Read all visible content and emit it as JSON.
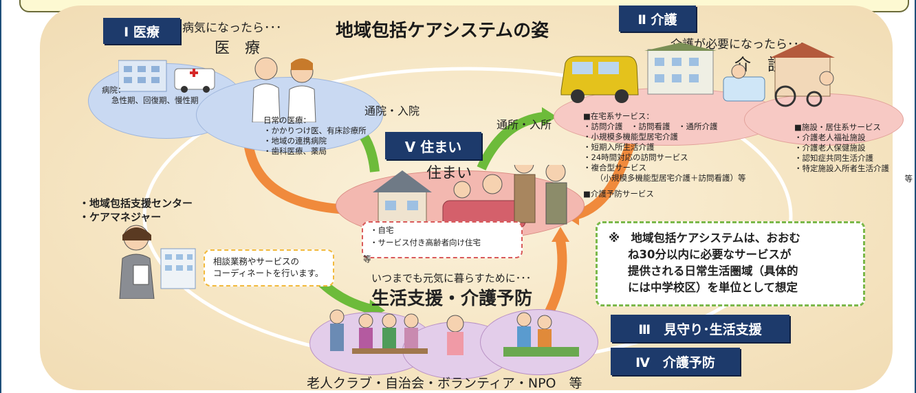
{
  "title": "地域包括ケアシステムの姿",
  "medical": {
    "badge": "Ⅰ 医療",
    "lead": "病気になったら･･･",
    "heading": "医　療",
    "hospital_lines": [
      "病院：",
      "急性期、回復期、慢性期"
    ],
    "daily_lines": [
      "日常の医療：",
      "・かかりつけ医、有床診療所",
      "・地域の連携病院",
      "・歯科医療、薬局"
    ]
  },
  "care": {
    "badge": "Ⅱ 介護",
    "lead": "介護が必要になったら･･･",
    "heading": "介　護",
    "home_services": [
      "■在宅系サービス：",
      "・訪問介護　・訪問看護　・通所介護",
      "・小規模多機能型居宅介護",
      "・短期入所生活介護",
      "・24時間対応の訪問サービス",
      "・複合型サービス",
      "（小規模多機能型居宅介護＋訪問看護）等",
      "■介護予防サービス"
    ],
    "facility_services": [
      "■施設・居住系サービス",
      "・介護老人福祉施設",
      "・介護老人保健施設",
      "・認知症共同生活介護",
      "・特定施設入所者生活介護",
      "等"
    ]
  },
  "housing": {
    "badge": "Ⅴ 住まい",
    "heading": "住まい",
    "lines": [
      "・自宅",
      "・サービス付き高齢者向け住宅"
    ],
    "etc": "等"
  },
  "arrows": {
    "outpatient": "通院・入院",
    "daycare": "通所・入所"
  },
  "support": {
    "lines": [
      "・地域包括支援センター",
      "・ケアマネジャー"
    ],
    "callout_lines": [
      "相談業務やサービスの",
      "コーディネートを行います。"
    ]
  },
  "prevention": {
    "lead": "いつまでも元気に暮らすために･･･",
    "heading": "生活支援・介護予防",
    "badge3": "Ⅲ　見守り･生活支援",
    "badge4": "Ⅳ　介護予防",
    "bottom": "老人クラブ・自治会・ボランティア・NPO　等"
  },
  "note": {
    "lines": [
      "※　地域包括ケアシステムは、おおむ",
      "ね30分以内に必要なサービスが",
      "提供される日常生活圏域（具体的",
      "には中学校区）を単位として想定"
    ]
  },
  "colors": {
    "navy": "#1d3a6b",
    "orange_arrow": "#f08a3c",
    "green_arrow": "#6dbb3a",
    "medical_bubble": "#c9d9f2",
    "care_bubble": "#f7c9c4",
    "prevention_bubble": "#e3cdea",
    "note_border": "#7bb84a",
    "callout_border": "#f2b93b"
  }
}
